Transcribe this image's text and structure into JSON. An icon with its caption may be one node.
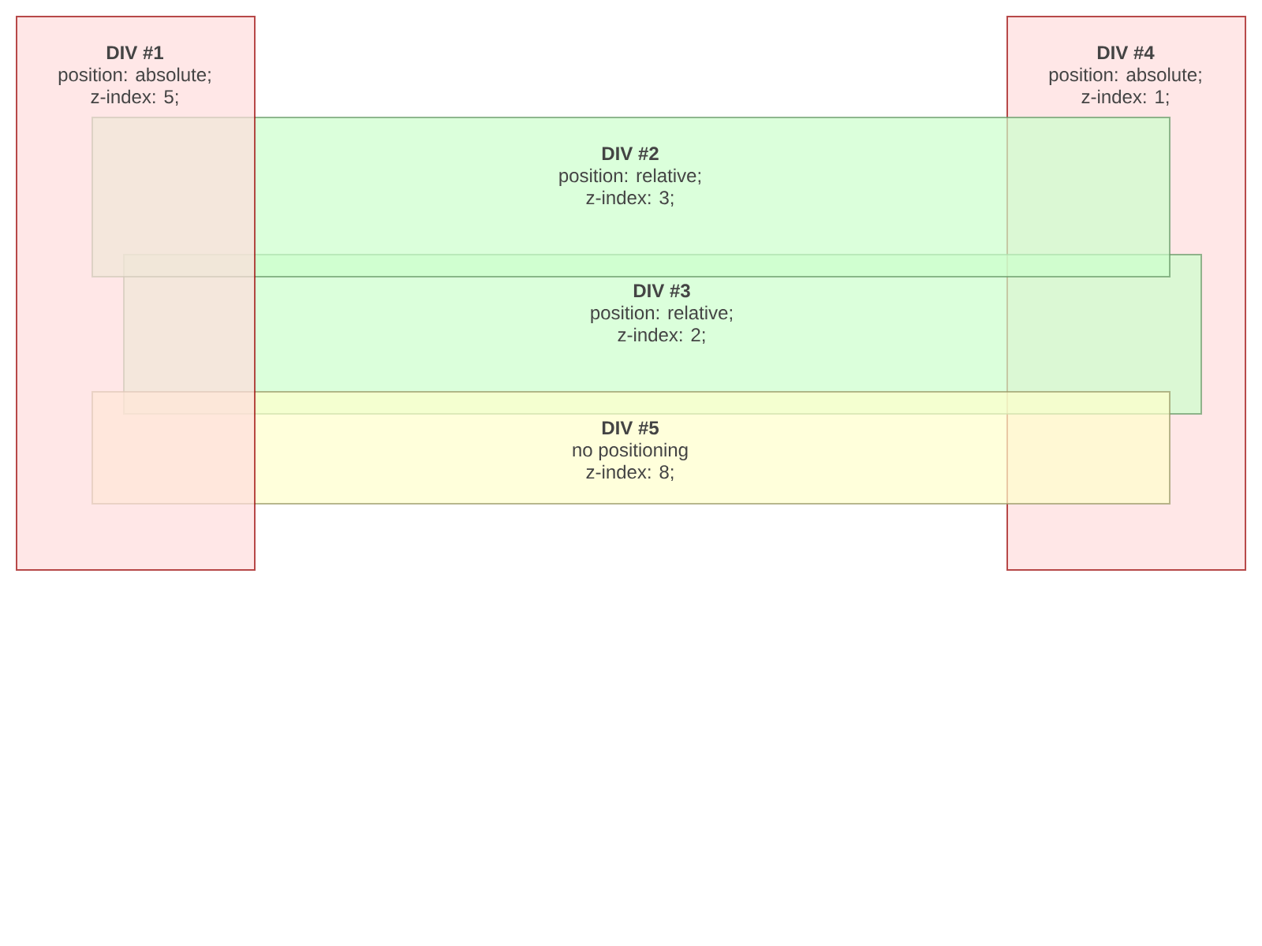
{
  "diagram": {
    "nodes": [
      {
        "text": [
          "DIV #1",
          "position: absolute;",
          "z-index: 5;"
        ]
      },
      {
        "text": [
          "DIV #4",
          "position: absolute;",
          "z-index: 1;"
        ]
      },
      {
        "text": [
          "DIV #2",
          "position: relative;",
          "z-index: 3;"
        ]
      },
      {
        "text": [
          "DIV #3",
          "position: relative;",
          "z-index: 2;"
        ]
      },
      {
        "text": [
          "DIV #5",
          "no positioning",
          "z-index: 8;"
        ]
      }
    ]
  }
}
